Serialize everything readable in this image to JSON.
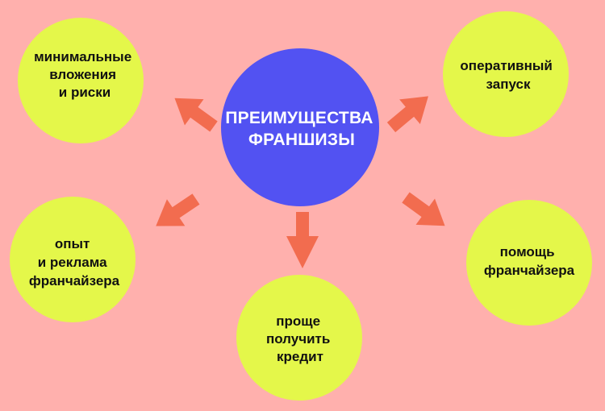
{
  "colors": {
    "background": "#FFB0AD",
    "center_fill": "#5252F2",
    "center_text": "#FFFFFF",
    "satellite_fill": "#E4F74A",
    "satellite_text": "#111111",
    "arrow": "#F26C4F"
  },
  "center": {
    "lines": [
      "ПРЕИМУЩЕСТВА",
      "ФРАНШИЗЫ"
    ]
  },
  "satellites": [
    {
      "id": "investment",
      "lines": [
        "минимальные",
        "вложения",
        "и риски"
      ]
    },
    {
      "id": "launch",
      "lines": [
        "оперативный",
        "запуск"
      ]
    },
    {
      "id": "experience",
      "lines": [
        "опыт",
        "и реклама",
        "франчайзера"
      ]
    },
    {
      "id": "help",
      "lines": [
        "помощь",
        "франчайзера"
      ]
    },
    {
      "id": "credit",
      "lines": [
        "проще",
        "получить",
        "кредит"
      ]
    }
  ]
}
